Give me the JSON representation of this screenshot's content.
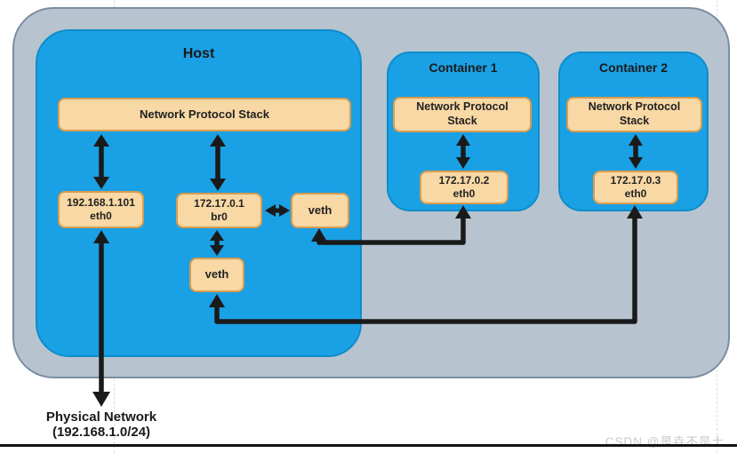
{
  "diagram": {
    "host": {
      "title": "Host",
      "protocol_stack": "Network Protocol Stack",
      "eth0_ip": "192.168.1.101",
      "eth0_name": "eth0",
      "br0_ip": "172.17.0.1",
      "br0_name": "br0",
      "veth_right": "veth",
      "veth_bottom": "veth"
    },
    "container1": {
      "title": "Container 1",
      "protocol_stack_line1": "Network Protocol",
      "protocol_stack_line2": "Stack",
      "eth0_ip": "172.17.0.2",
      "eth0_name": "eth0"
    },
    "container2": {
      "title": "Container 2",
      "protocol_stack_line1": "Network Protocol",
      "protocol_stack_line2": "Stack",
      "eth0_ip": "172.17.0.3",
      "eth0_name": "eth0"
    },
    "physical_network": {
      "line1": "Physical Network",
      "line2": "(192.168.1.0/24)"
    },
    "watermark": "CSDN @是垚不是土",
    "colors": {
      "host_blue": "#1aa0e4",
      "blue_border": "#0f8dca",
      "node_orange": "#f8d8a4",
      "orange_border": "#d89c50",
      "outer_gray": "#b7c4cf",
      "gray_border": "#7b8da1",
      "arrow_black": "#1a1a1a"
    }
  }
}
